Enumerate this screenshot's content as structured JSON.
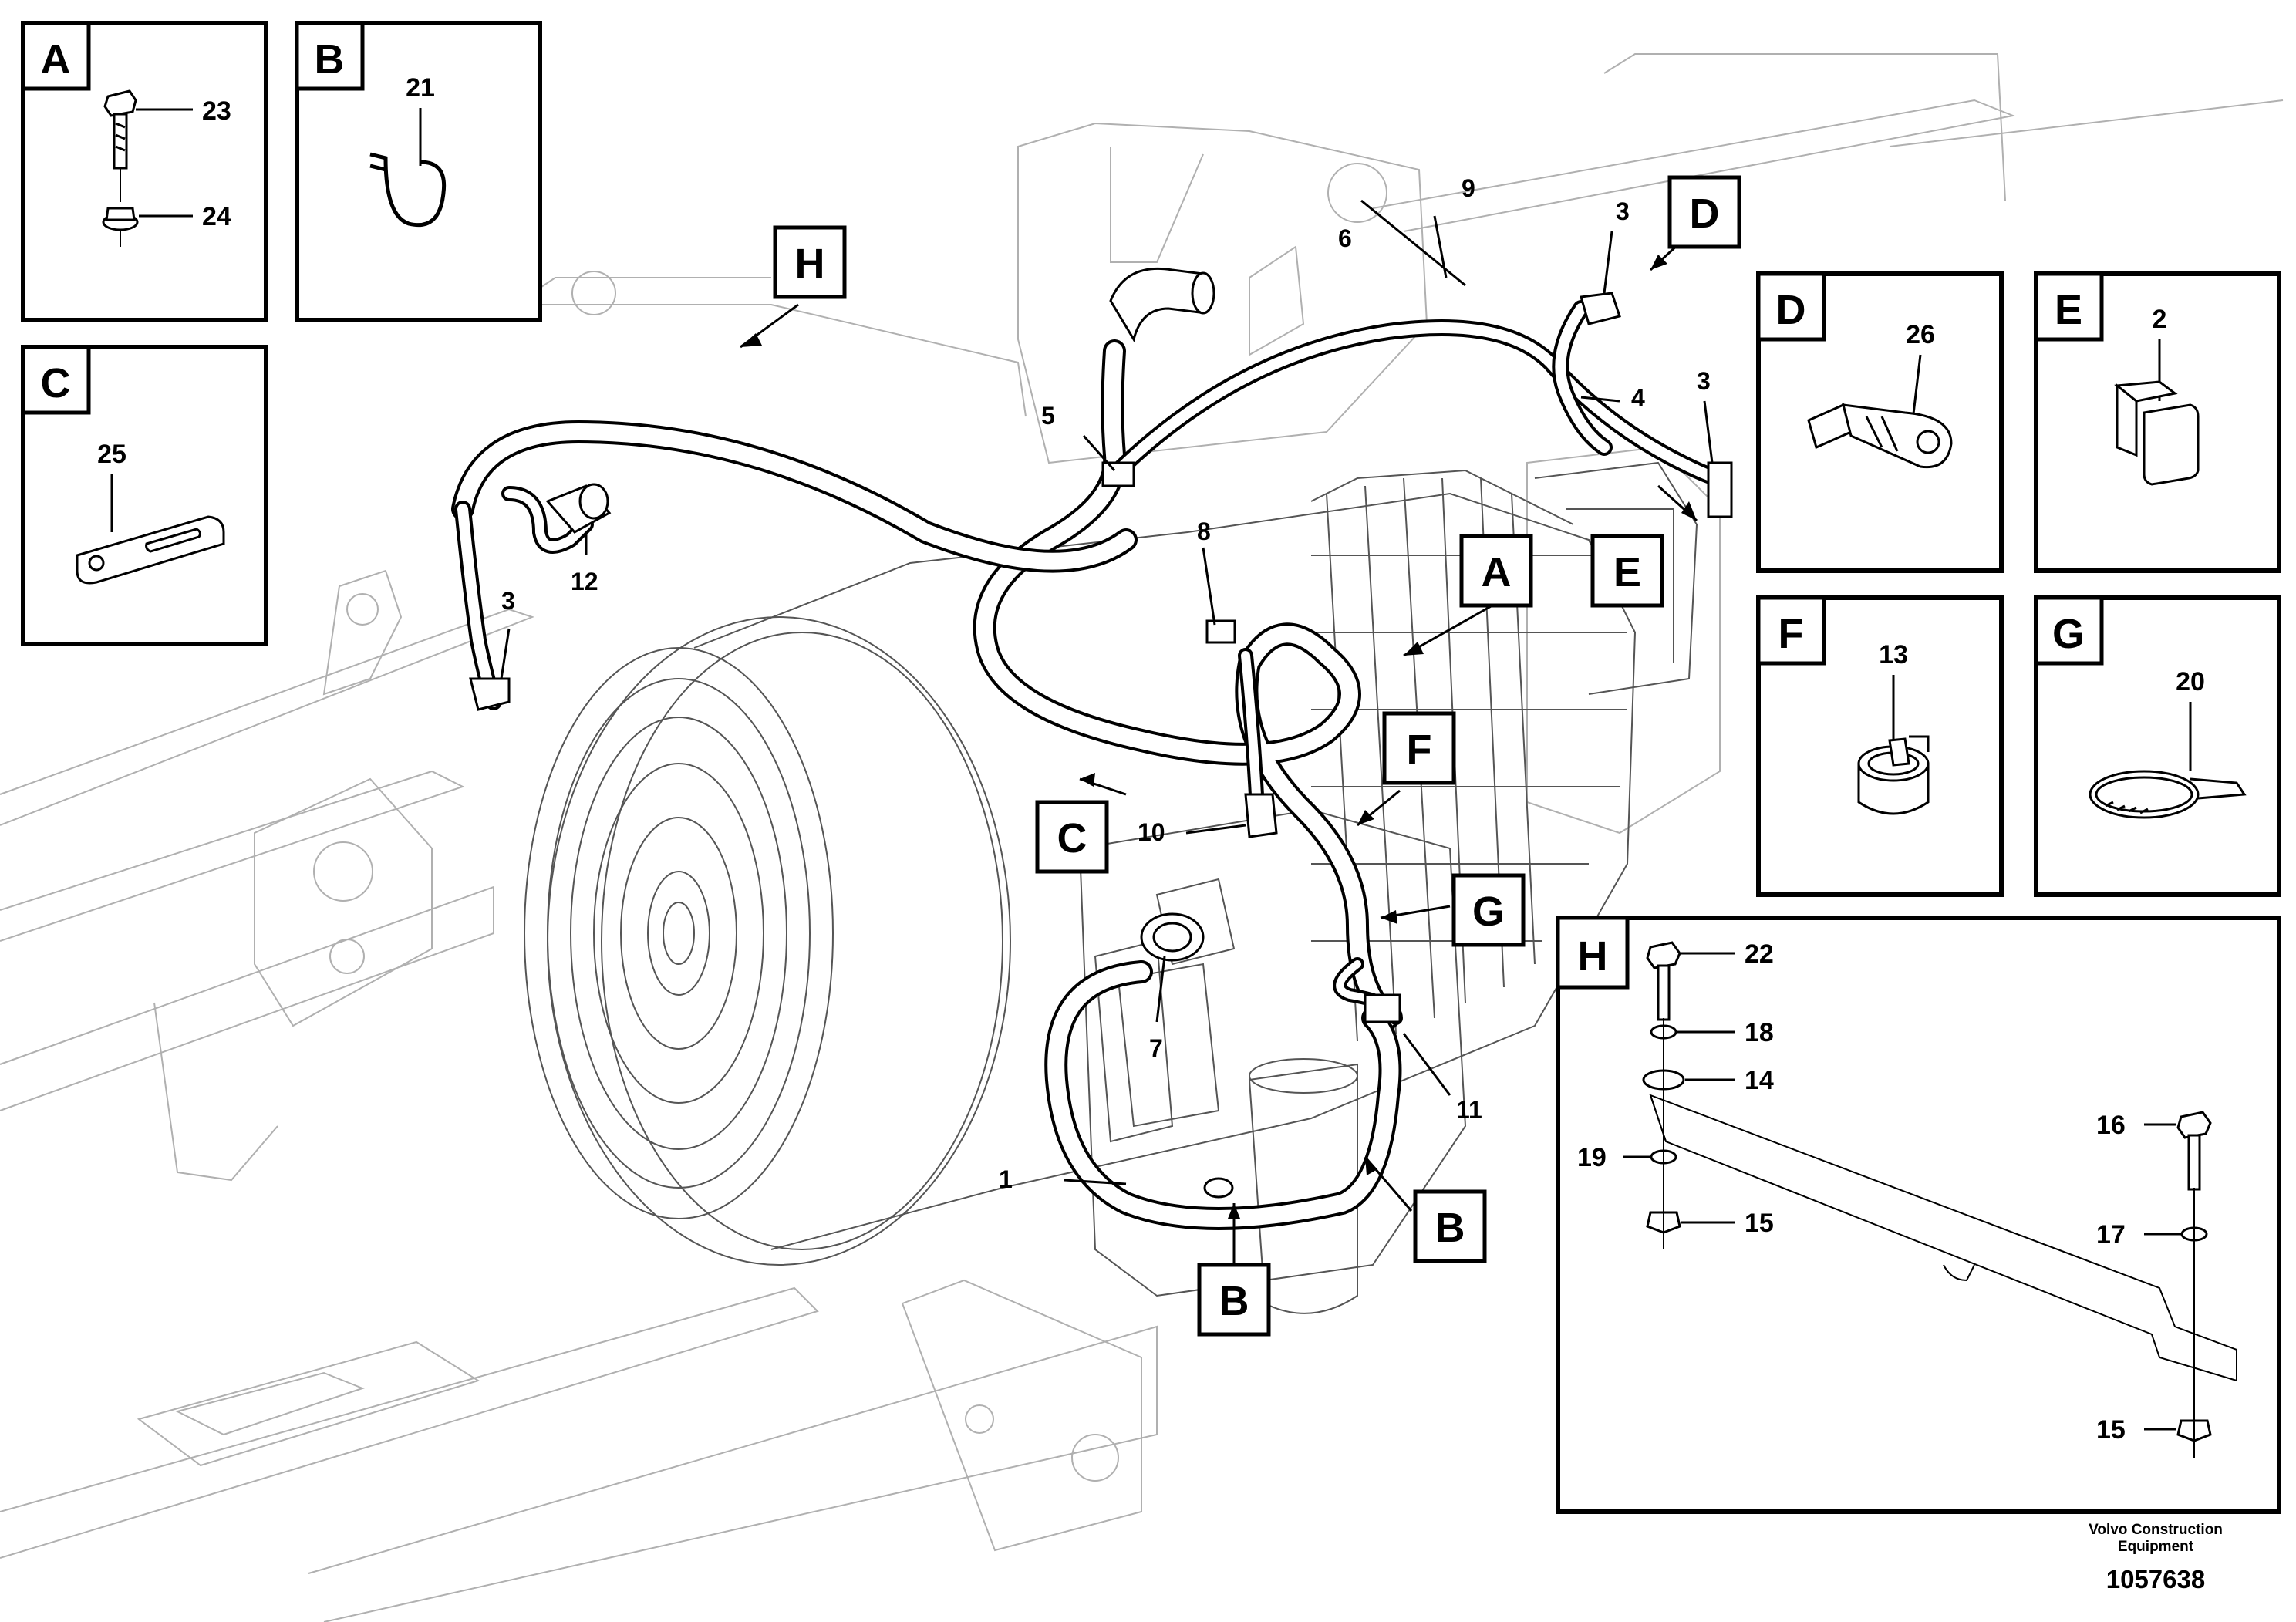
{
  "detail_boxes": [
    {
      "letter": "A",
      "parts": [
        "23",
        "24"
      ]
    },
    {
      "letter": "B",
      "parts": [
        "21"
      ]
    },
    {
      "letter": "C",
      "parts": [
        "25"
      ]
    },
    {
      "letter": "D",
      "parts": [
        "26"
      ]
    },
    {
      "letter": "E",
      "parts": [
        "2"
      ]
    },
    {
      "letter": "F",
      "parts": [
        "13"
      ]
    },
    {
      "letter": "G",
      "parts": [
        "20"
      ]
    },
    {
      "letter": "H",
      "parts": [
        "22",
        "18",
        "14",
        "19",
        "15",
        "16",
        "17",
        "15"
      ]
    }
  ],
  "main_callouts": [
    "1",
    "3",
    "3",
    "3",
    "4",
    "5",
    "6",
    "7",
    "8",
    "9",
    "10",
    "11",
    "12"
  ],
  "detail_tags": [
    "A",
    "B",
    "B",
    "C",
    "D",
    "E",
    "F",
    "G",
    "H"
  ],
  "footer": {
    "company": "Volvo Construction Equipment",
    "doc_number": "1057638"
  },
  "colors": {
    "line": "#000000",
    "faint_line": "#b0b0b0",
    "background": "#ffffff"
  }
}
